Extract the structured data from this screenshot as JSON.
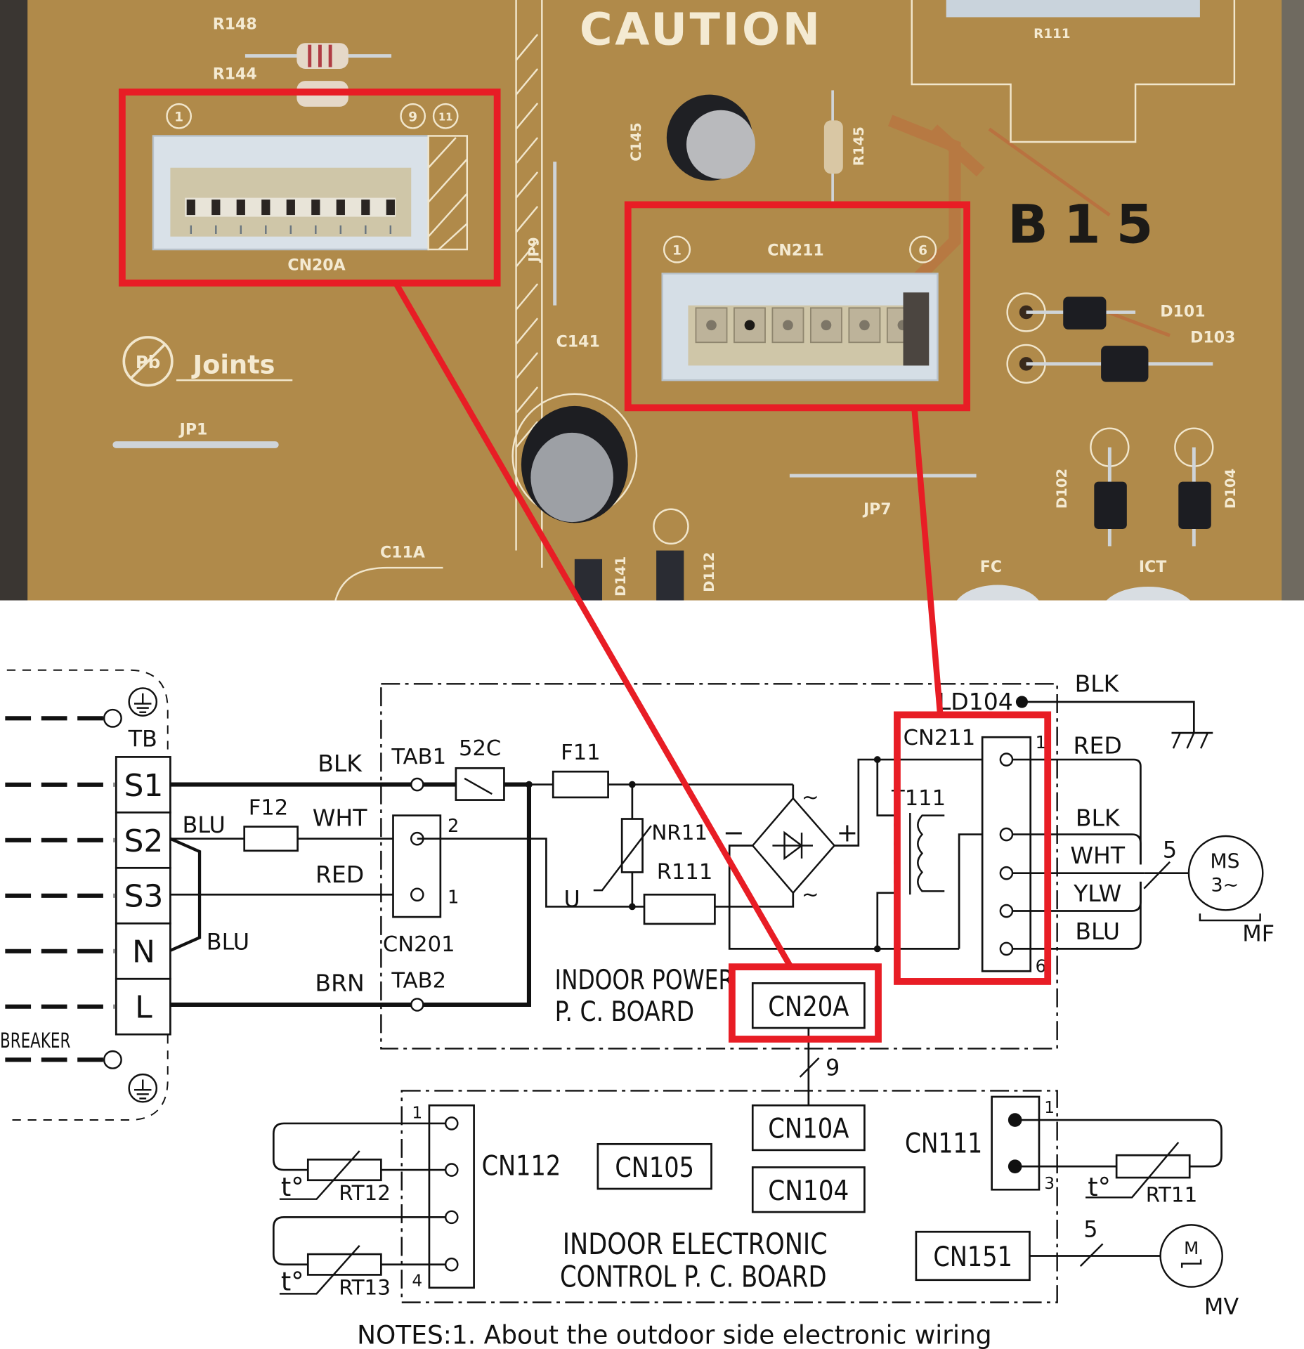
{
  "photo": {
    "caution_label": "CAUTION",
    "board_code": "B15",
    "pb_joints_label": "Joints",
    "pb_symbol": "Pb",
    "components": {
      "r148": "R148",
      "r144": "R144",
      "r111": "R111",
      "c145": "C145",
      "r145": "R145",
      "jp9": "JP9",
      "jp1": "JP1",
      "jp7": "JP7",
      "c141": "C141",
      "c11a": "C11A",
      "d141": "D141",
      "d112": "D112",
      "d101": "D101",
      "d103": "D103",
      "d102": "D102",
      "d104": "D104",
      "fc": "FC",
      "ict": "ICT"
    },
    "cn20a": {
      "label": "CN20A",
      "pin_first": "1",
      "pin_last": "9",
      "pin_extra": "11",
      "pin_count": 9
    },
    "cn211": {
      "label": "CN211",
      "pin_first": "1",
      "pin_last": "6",
      "pin_count": 6
    }
  },
  "schematic": {
    "terminal_block": {
      "label": "TB",
      "terminals": [
        "S1",
        "S2",
        "S3",
        "N",
        "L"
      ],
      "breaker_label": "BREAKER"
    },
    "wires": {
      "s1": "BLK",
      "s2_blu": "BLU",
      "s2": "WHT",
      "s3": "RED",
      "n_blu": "BLU",
      "l": "BRN"
    },
    "power_board": {
      "title_line1": "INDOOR POWER",
      "title_line2": "P. C. BOARD",
      "tab1": "TAB1",
      "tab2": "TAB2",
      "relay": "52C",
      "fuse_main": "F11",
      "fuse_s2": "F12",
      "varistor": "NR11",
      "varistor_symbol": "U",
      "resistor": "R111",
      "rectifier_minus": "−",
      "rectifier_plus": "+",
      "rectifier_ac": "~",
      "transformer": "T111",
      "cn201": {
        "label": "CN201",
        "pins": [
          "2",
          "1"
        ]
      },
      "cn211": {
        "label": "CN211",
        "pin_first": "1",
        "pin_last": "6"
      },
      "cn20a": "CN20A",
      "ground_point": "LD104"
    },
    "fan_motor": {
      "wire_colors": [
        "RED",
        "BLK",
        "WHT",
        "YLW",
        "BLU"
      ],
      "ground_wire": "BLK",
      "bundle_count": "5",
      "motor_line1": "MS",
      "motor_line2": "3~",
      "motor_label": "MF"
    },
    "link_bundle": "9",
    "control_board": {
      "title_line1": "INDOOR ELECTRONIC",
      "title_line2": "CONTROL P. C. BOARD",
      "cn112": {
        "label": "CN112",
        "pin_first": "1",
        "pin_last": "4"
      },
      "cn105": "CN105",
      "cn10a": "CN10A",
      "cn104": "CN104",
      "cn111": {
        "label": "CN111",
        "pin_first": "1",
        "pin_last": "3"
      },
      "cn151": "CN151",
      "rt12": "RT12",
      "rt13": "RT13",
      "rt11": "RT11",
      "temp_symbol": "t°",
      "vane_bundle": "5",
      "vane_motor": "M",
      "vane_label": "MV"
    },
    "notes": "NOTES:1. About the outdoor side electronic wiring"
  },
  "highlight_color": "#e81d25"
}
